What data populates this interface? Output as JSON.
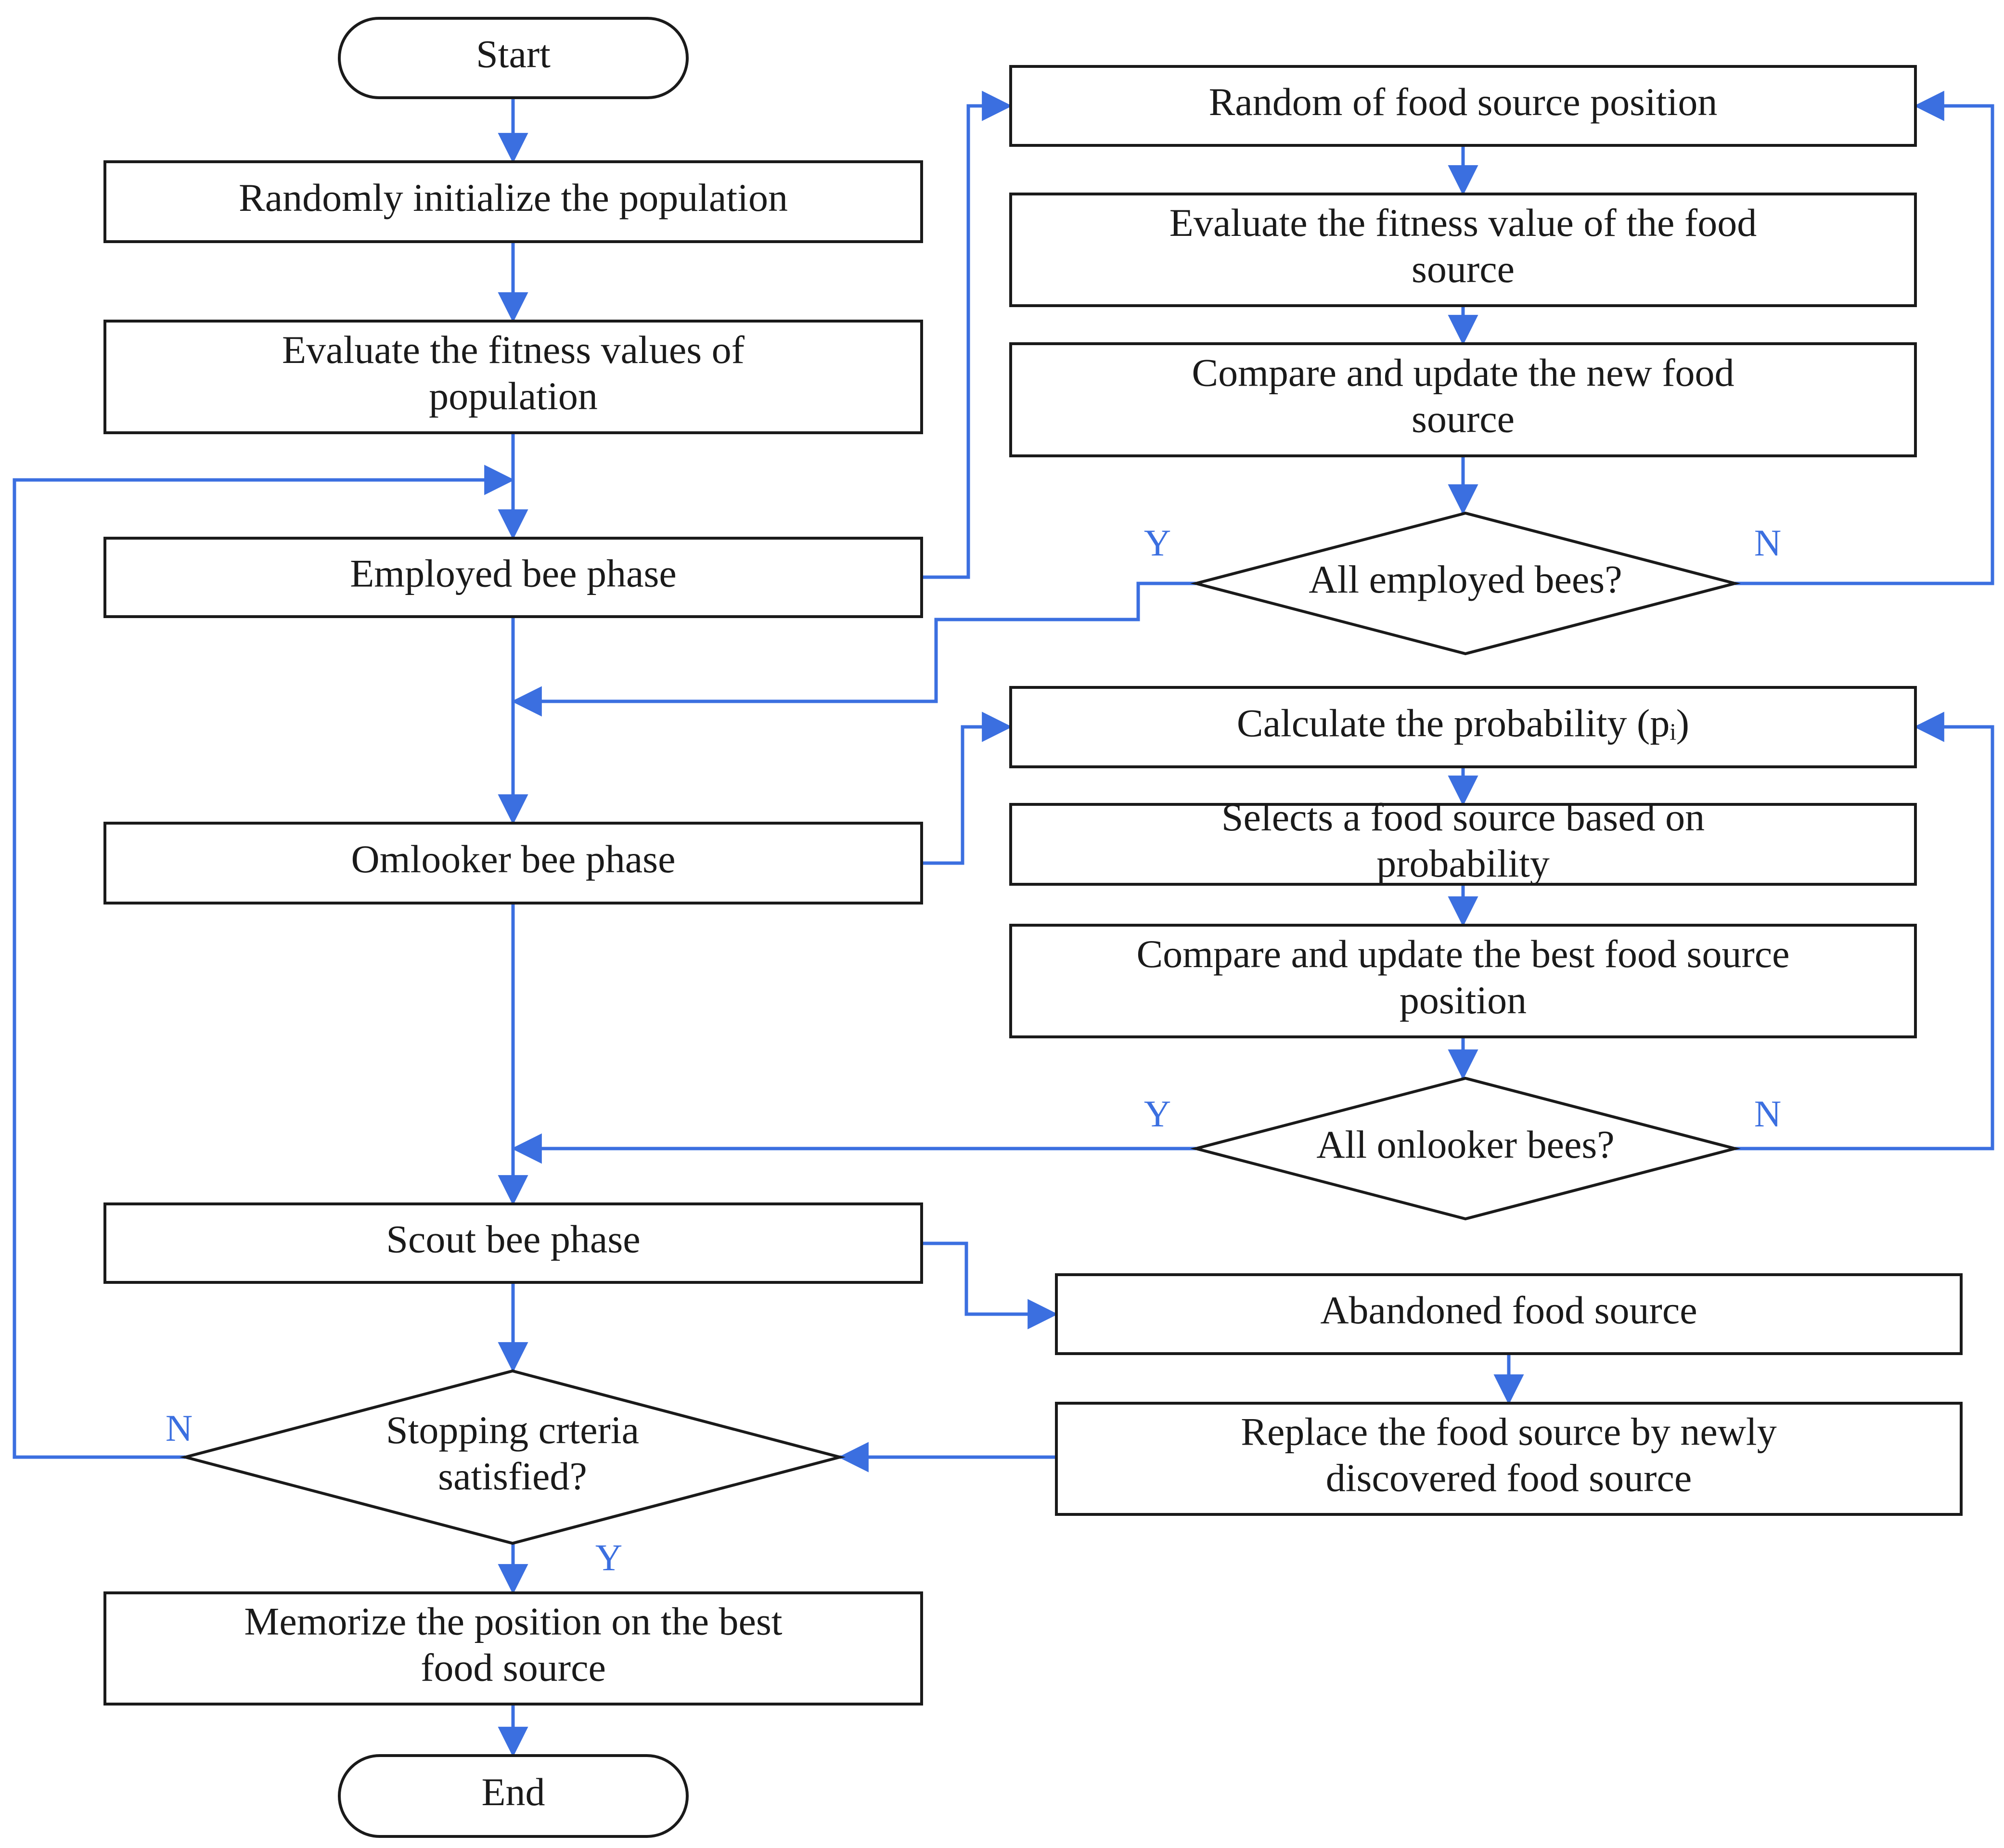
{
  "colors": {
    "edge": "#3b6fe0",
    "border": "#1a1a1a",
    "text": "#1a1a1a",
    "label": "#3b6fe0"
  },
  "nodes": {
    "start": {
      "lines": [
        "Start"
      ]
    },
    "init": {
      "lines": [
        "Randomly initialize the population"
      ]
    },
    "eval_pop": {
      "lines": [
        "Evaluate the fitness values of",
        "population"
      ]
    },
    "employed": {
      "lines": [
        "Employed bee phase"
      ]
    },
    "onlooker": {
      "lines": [
        "Omlooker bee phase"
      ]
    },
    "scout": {
      "lines": [
        "Scout bee phase"
      ]
    },
    "stop": {
      "lines": [
        "Stopping crteria",
        "satisfied?"
      ]
    },
    "memorize": {
      "lines": [
        "Memorize the position on the best",
        "food source"
      ]
    },
    "end": {
      "lines": [
        "End"
      ]
    },
    "random_pos": {
      "lines": [
        "Random of food source position"
      ]
    },
    "eval_food": {
      "lines": [
        "Evaluate the fitness value of the food",
        "source"
      ]
    },
    "compare_new": {
      "lines": [
        "Compare and update the new food",
        "source"
      ]
    },
    "all_employed": {
      "lines": [
        "All employed bees?"
      ]
    },
    "calc_prob": {
      "lines": [
        "Calculate the probability (pᵢ)"
      ]
    },
    "select": {
      "lines": [
        "Selects a food source based on",
        "probability"
      ]
    },
    "compare_best": {
      "lines": [
        "Compare and update the best food source",
        "position"
      ]
    },
    "all_onlooker": {
      "lines": [
        "All onlooker bees?"
      ]
    },
    "abandoned": {
      "lines": [
        "Abandoned food source"
      ]
    },
    "replace": {
      "lines": [
        "Replace the food source by newly",
        "discovered food source"
      ]
    }
  },
  "edge_labels": {
    "employed_yes": "Y",
    "employed_no": "N",
    "onlooker_yes": "Y",
    "onlooker_no": "N",
    "stop_no": "N",
    "stop_yes": "Y"
  }
}
